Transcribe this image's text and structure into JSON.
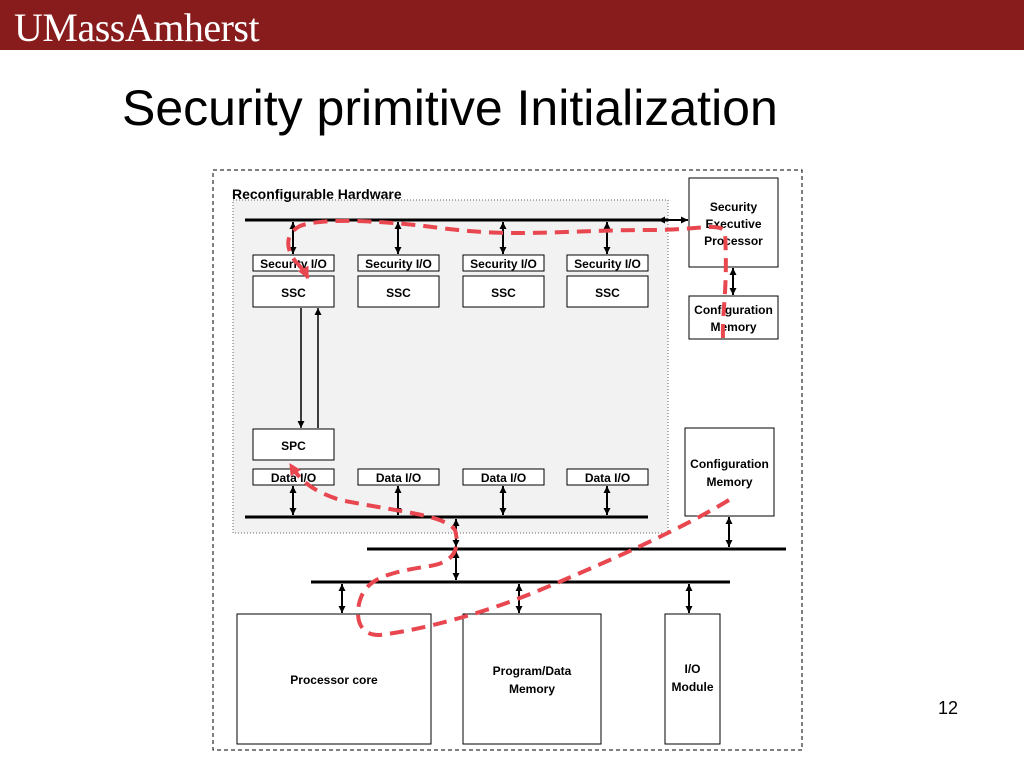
{
  "header": {
    "logo_text": "UMassAmherst",
    "brand_color": "#881c1c"
  },
  "slide": {
    "title": "Security primitive Initialization",
    "page_number": "12"
  },
  "diagram": {
    "region_label": "Reconfigurable Hardware",
    "security_io": [
      "Security I/O",
      "Security I/O",
      "Security I/O",
      "Security I/O"
    ],
    "ssc": [
      "SSC",
      "SSC",
      "SSC",
      "SSC"
    ],
    "spc": "SPC",
    "data_io": [
      "Data I/O",
      "Data I/O",
      "Data I/O",
      "Data I/O"
    ],
    "sep": [
      "Security",
      "Executive",
      "Processor"
    ],
    "config_memory_top": [
      "Configuration",
      "Memory"
    ],
    "config_memory_right": [
      "Configuration",
      "Memory"
    ],
    "processor_core": "Processor core",
    "program_memory": [
      "Program/Data",
      "Memory"
    ],
    "io_module": [
      "I/O",
      "Module"
    ],
    "path_color": "#e8474f"
  }
}
